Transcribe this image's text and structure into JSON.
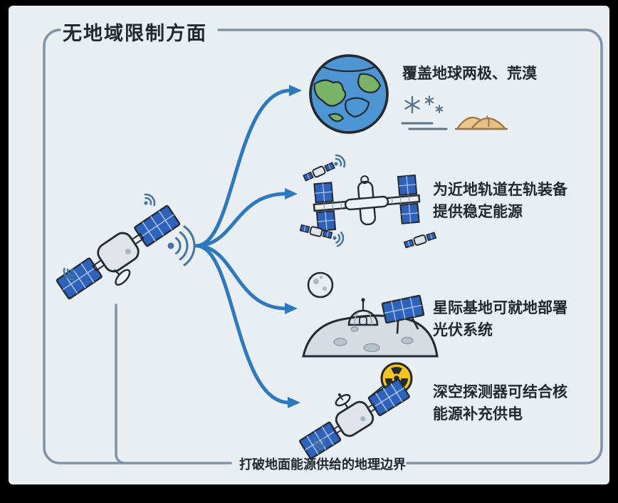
{
  "title": "无地域限制方面",
  "bottom_caption": "打破地面能源供给的地理边界",
  "source_illustration": "satellite-with-signal-waves",
  "branches": [
    {
      "id": "earth",
      "illustration": "earth-globe",
      "lines": [
        "覆盖地球两极、荒漠"
      ],
      "sub_icons": [
        "snowflake-ice-icon",
        "desert-dunes-icon"
      ]
    },
    {
      "id": "low-earth-orbit",
      "illustration": "space-station",
      "lines": [
        "为近地轨道在轨装备",
        "提供稳定能源"
      ]
    },
    {
      "id": "interstellar-base",
      "illustration": "moon-base-with-solar-array",
      "lines": [
        "星际基地可就地部署",
        "光伏系统"
      ]
    },
    {
      "id": "deep-space",
      "illustration": "deep-space-probe-with-radiation-symbol",
      "lines": [
        "深空探测器可结合核",
        "能源补充供电"
      ]
    }
  ],
  "icons": {
    "signal": "wifi-signal-waves",
    "snow": "snowflake-ice",
    "desert": "desert-dunes",
    "radiation": "radiation-trefoil"
  },
  "colors": {
    "background": "#e9eef2",
    "frame_border": "#7d93a7",
    "arrow_blue": "#2e79bd",
    "solar_panel_blue": "#2f62ba",
    "text": "#23282d",
    "radiation_yellow": "#f4c51e",
    "desert_tan": "#e3c087",
    "moon_gray": "#d7dce2",
    "earth_ocean": "#4e95d4",
    "earth_land_green": "#79b369",
    "signal_wave": "#46759f"
  }
}
